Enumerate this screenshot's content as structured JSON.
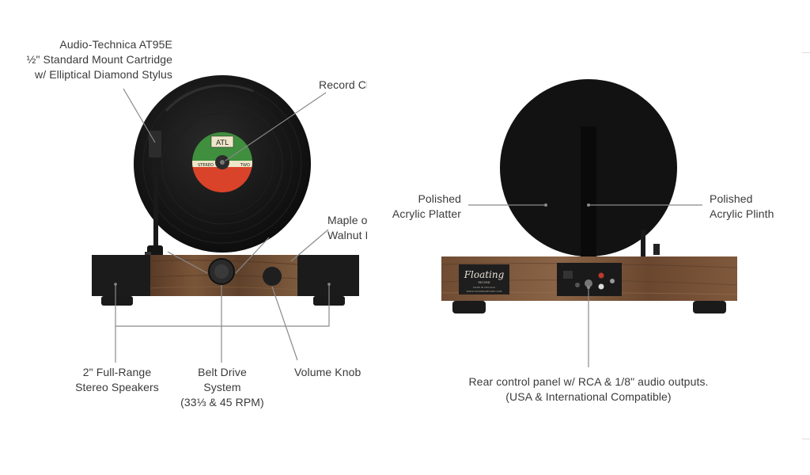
{
  "front_view": {
    "labels": {
      "cartridge": [
        "Audio-Technica AT95E",
        "½\" Standard Mount Cartridge",
        "w/ Elliptical Diamond Stylus"
      ],
      "record_clamp": [
        "Record Cl"
      ],
      "maple_walnut": [
        "Maple o",
        "Walnut B"
      ],
      "speakers": [
        "2\" Full-Range",
        "Stereo Speakers"
      ],
      "belt_drive": [
        "Belt Drive",
        "System",
        "(33⅓ & 45 RPM)"
      ],
      "volume_knob": [
        "Volume Knob"
      ]
    },
    "record_label": {
      "top_logo": "ATL",
      "left_text": "STEREO",
      "right_text": "TWO"
    }
  },
  "rear_view": {
    "labels": {
      "platter": [
        "Polished",
        "Acrylic Platter"
      ],
      "plinth": [
        "Polished",
        "Acrylic Plinth"
      ],
      "control_panel": [
        "Rear control panel w/ RCA & 1/8\" audio outputs.",
        "(USA & International Compatible)"
      ]
    },
    "badge": {
      "brand": "Floating",
      "sub": "RECORD",
      "fine1": "MADE IN CHICAGO",
      "fine2": "WWW.FLOATINGRECORD.COM"
    }
  },
  "colors": {
    "text": "#3a3a3a",
    "leader": "#8a8a8a",
    "vinyl": "#111111",
    "walnut": "#6b4a33",
    "speaker_grille": "#1b1b1b",
    "label_green": "#3f8f3e",
    "label_red": "#d9432a",
    "label_cream": "#efe6c8"
  }
}
